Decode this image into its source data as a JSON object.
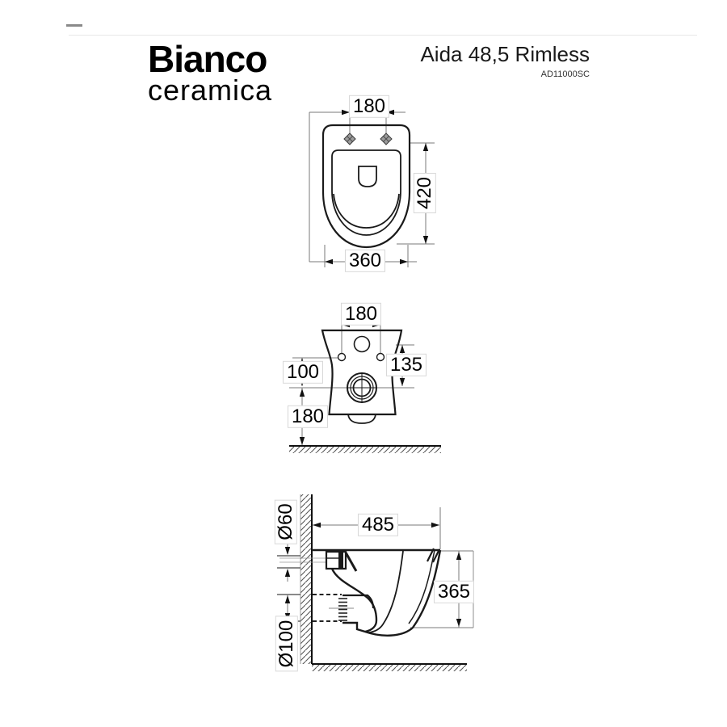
{
  "brand": {
    "name": "Bianco",
    "sub": "ceramica"
  },
  "product": {
    "title": "Aida 48,5 Rimless",
    "code": "AD11000SC"
  },
  "dimensions": {
    "top_view": {
      "hinge_spacing": "180",
      "length": "420",
      "width": "360"
    },
    "front_view": {
      "hole_spacing": "180",
      "inlet_to_outlet": "135",
      "holes_to_outlet": "100",
      "outlet_to_floor": "180"
    },
    "side_view": {
      "inlet_diameter": "Ø60",
      "depth": "485",
      "height": "365",
      "outlet_diameter": "Ø100"
    }
  },
  "colors": {
    "line": "#1a1a1a",
    "dim_line": "#777777",
    "ref_line": "#999999",
    "hatch": "#555555",
    "text": "#000000",
    "background": "#ffffff"
  }
}
